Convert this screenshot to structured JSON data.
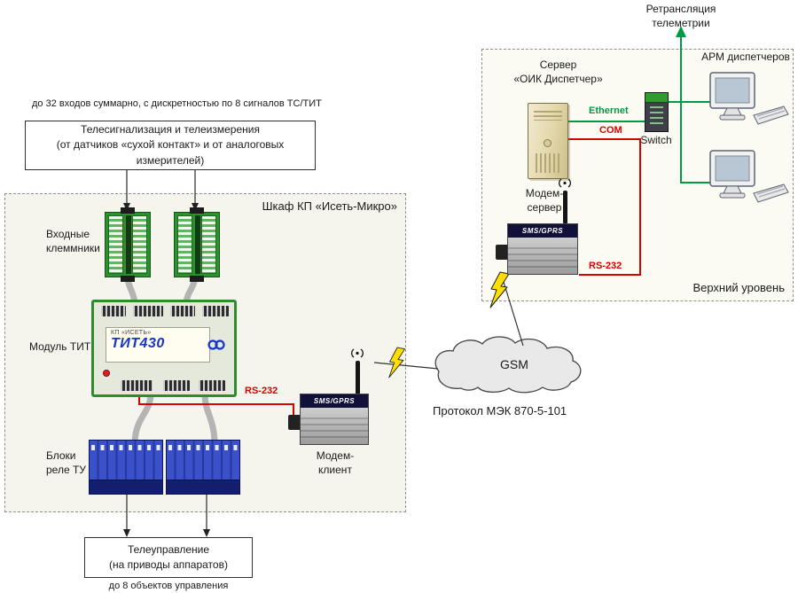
{
  "colors": {
    "ethernet_green": "#009944",
    "serial_red": "#d80000",
    "cabinet_bg": "#f5f5ee",
    "upper_bg": "#fbfbf4",
    "device_name_blue": "#1535c8",
    "relay_blue": "#2f40b0",
    "terminal_green": "#2f8f2f",
    "lightning_yellow": "#ffdf00"
  },
  "upper_level": {
    "box_label": "Верхний уровень",
    "retransmission": "Ретрансляция\nтелеметрии",
    "server_label": "Сервер\n«ОИК Диспетчер»",
    "arm_label": "АРМ диспетчеров",
    "switch_label": "Switch",
    "ethernet_label": "Ethernet",
    "com_label": "COM",
    "rs232_label": "RS-232",
    "modem_server_label": "Модем-\nсервер",
    "modem_server_badge": "SMS/GPRS"
  },
  "cabinet": {
    "box_label": "Шкаф КП «Исеть-Микро»",
    "input_note": "до 32 входов суммарно, с дискретностью по 8 сигналов ТС/ТИТ",
    "telesignal_box": "Телесигнализация и телеизмерения\n(от датчиков «сухой контакт» и от аналоговых измерителей)",
    "terminals_label": "Входные\nклеммники",
    "module_label": "Модуль ТИТ",
    "device_header": "КП «ИСЕТЬ»",
    "device_name": "ТИТ430",
    "rs232_label": "RS-232",
    "relay_label": "Блоки\nреле ТУ"
  },
  "link": {
    "modem_client_label": "Модем-\nклиент",
    "modem_client_badge": "SMS/GPRS",
    "gsm_label": "GSM",
    "protocol_label": "Протокол МЭК 870-5-101"
  },
  "bottom": {
    "telecontrol_box": "Телеуправление\n(на приводы аппаратов)",
    "objects_note": "до 8 объектов управления"
  }
}
